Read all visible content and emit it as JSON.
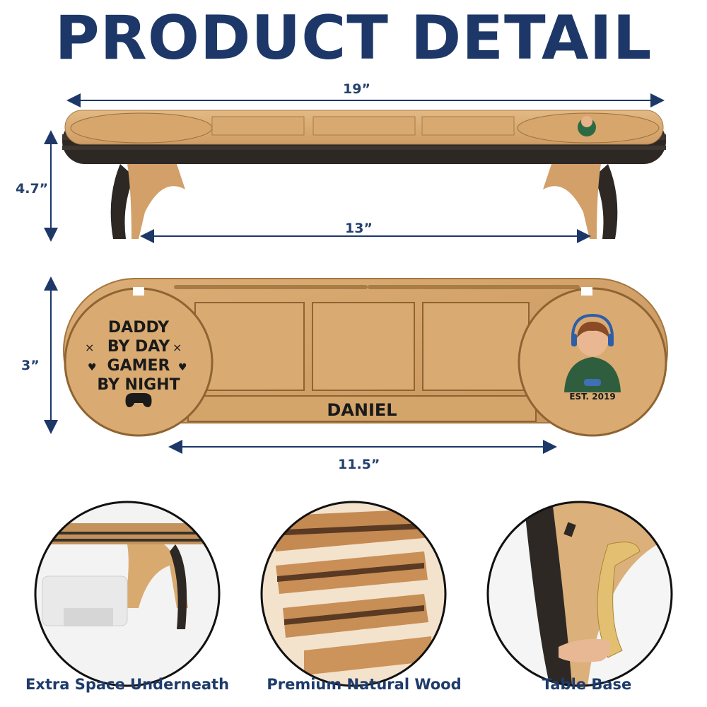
{
  "title": "PRODUCT DETAIL",
  "dimensions": {
    "length_top": "19”",
    "height": "4.7”",
    "inner_width": "13”",
    "depth": "3”",
    "bottom_width": "11.5”"
  },
  "tray": {
    "left_text": [
      "DADDY",
      "BY DAY",
      "GAMER",
      "BY NIGHT"
    ],
    "name": "DANIEL",
    "est": "EST. 2019"
  },
  "features": [
    {
      "label": "Extra Space Underneath"
    },
    {
      "label": "Premium Natural Wood"
    },
    {
      "label": "Table Base"
    }
  ],
  "colors": {
    "navy": "#1d3868",
    "wood": "#d9ad76",
    "wood_dark": "#b98a55",
    "edge": "#2b2520"
  }
}
